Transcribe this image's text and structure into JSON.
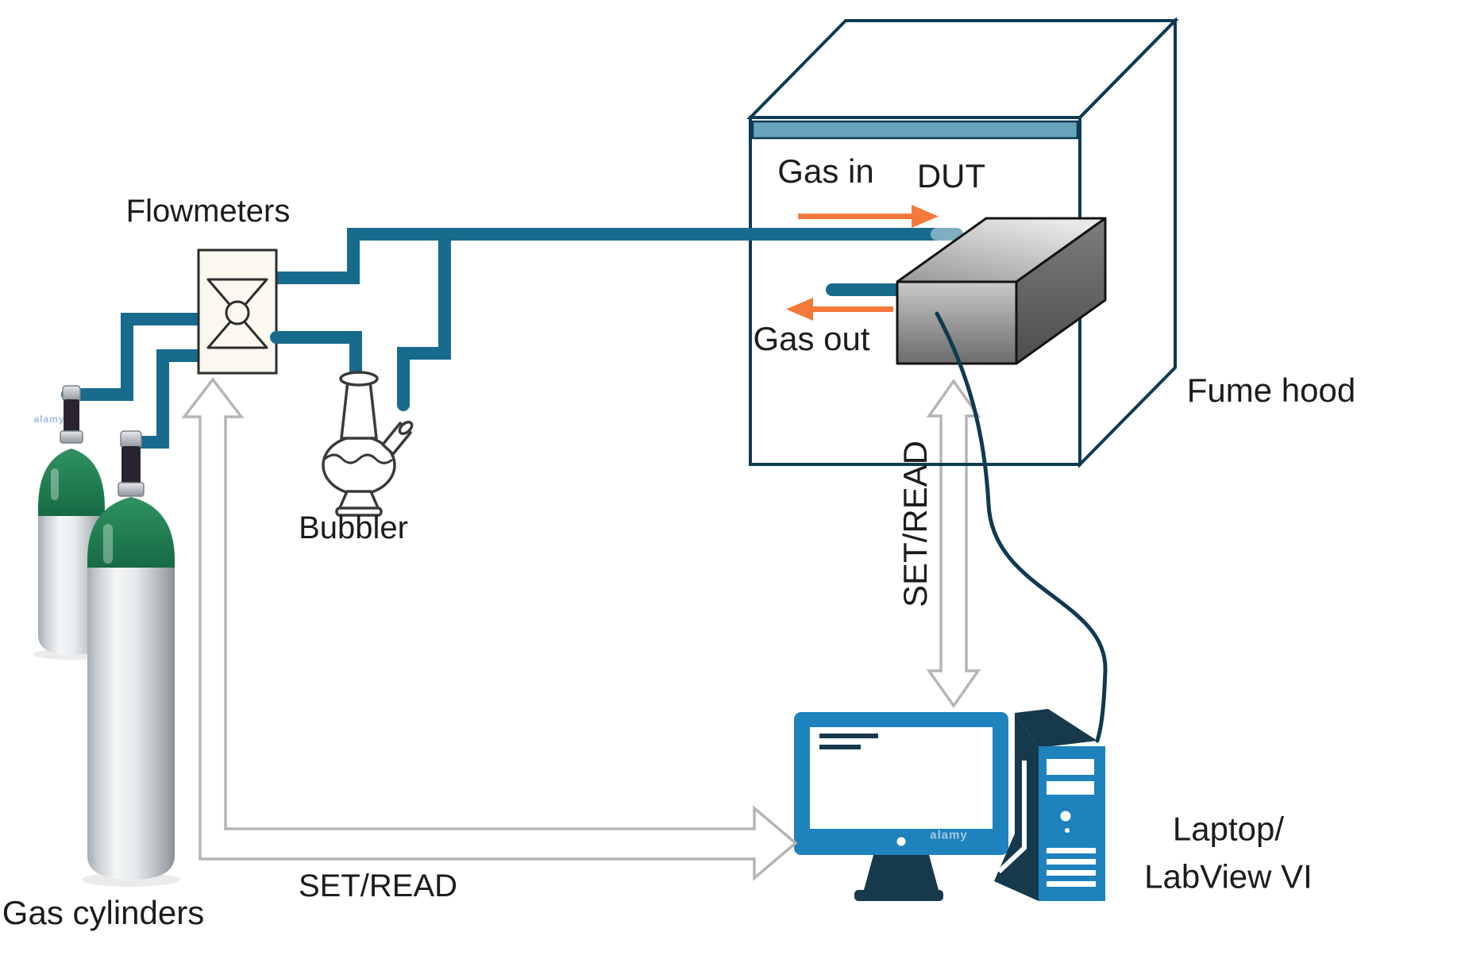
{
  "labels": {
    "flowmeters": "Flowmeters",
    "bubbler": "Bubbler",
    "gas_cylinders": "Gas cylinders",
    "gas_in": "Gas in",
    "dut": "DUT",
    "gas_out": "Gas out",
    "fume_hood": "Fume hood",
    "set_read_vertical": "SET/READ",
    "set_read_horizontal": "SET/READ",
    "laptop_line1": "Laptop/",
    "laptop_line2": "LabView VI"
  },
  "watermark": "alamy",
  "colors": {
    "pipe": "#176b8d",
    "pipe_tip": "#80aec3",
    "hood": "#0d3b52",
    "strip": "#68a4bc",
    "orange": "#f5793a",
    "gray": "#b5b5b5",
    "box_fill": "#faf8ef",
    "box_stroke": "#2d2d2d",
    "glass": "#3a3a3a",
    "cable": "#0e3a52",
    "blue": "#1e82bd",
    "navy": "#16394c",
    "green": "#1f7b4e",
    "text": "#1c1c1c",
    "watermark": "#a9c9e4"
  },
  "icons": {
    "flowmeters": "flowmeter-valve-icon",
    "bubbler": "gas-washing-bottle-icon",
    "gas_cylinders": "gas-cylinder-icon",
    "dut": "device-under-test-box-icon",
    "fume_hood": "fume-hood-enclosure-icon",
    "gas_in_flow": "orange-arrow-right-icon",
    "gas_out_flow": "orange-arrow-left-icon",
    "set_read_link": "double-headed-arrow-icon",
    "control_link": "l-shaped-arrow-icon",
    "cable": "signal-cable-icon",
    "computer": "desktop-monitor-icon",
    "tower": "pc-tower-icon"
  }
}
